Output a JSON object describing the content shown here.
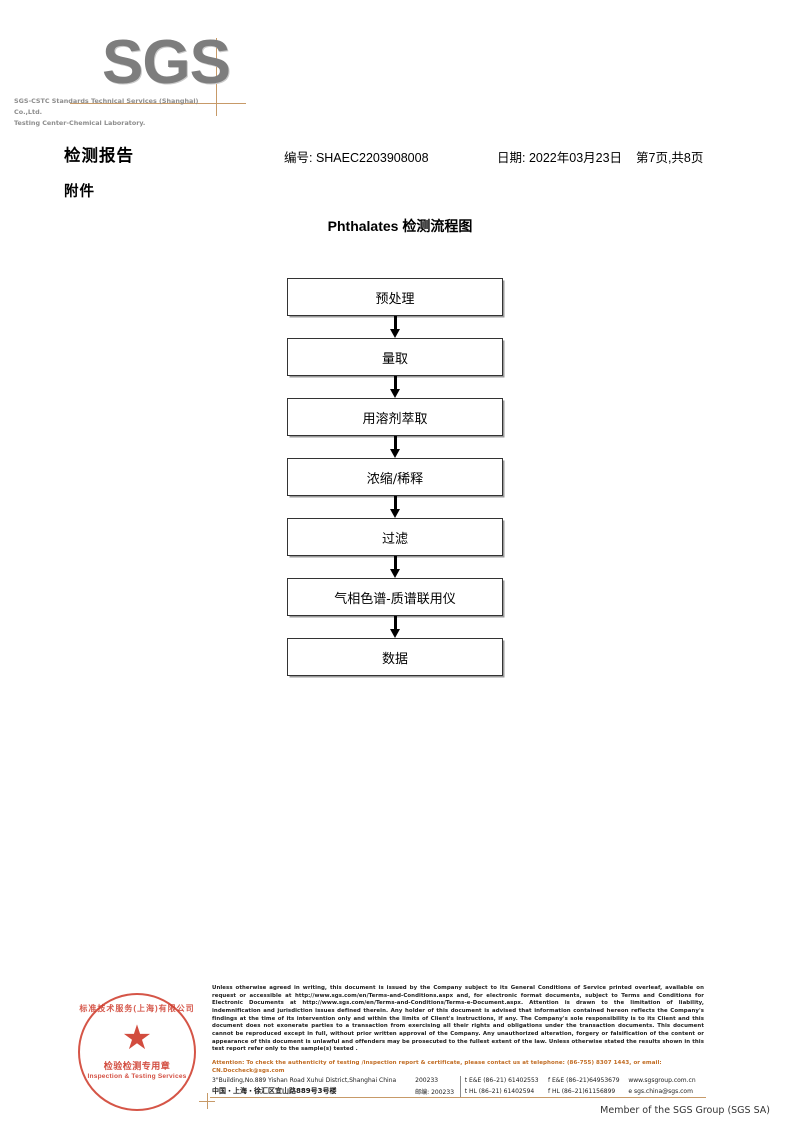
{
  "header": {
    "logo_text": "SGS",
    "doc_title": "检测报告",
    "doc_subtitle": "附件",
    "report_no": "编号: SHAEC2203908008",
    "date": "日期: 2022年03月23日",
    "page_info": "第7页,共8页"
  },
  "flowchart": {
    "title": "Phthalates 检测流程图",
    "steps": [
      {
        "label": "预处理"
      },
      {
        "label": "量取"
      },
      {
        "label": "用溶剂萃取"
      },
      {
        "label": "浓缩/稀释"
      },
      {
        "label": "过滤"
      },
      {
        "label": "气相色谱-质谱联用仪"
      },
      {
        "label": "数据"
      }
    ]
  },
  "footer": {
    "legal": "Unless otherwise agreed in writing, this document is issued by the Company subject to its General Conditions of Service printed overleaf, available on request or accessible at http://www.sgs.com/en/Terms-and-Conditions.aspx and, for electronic format documents, subject to Terms and Conditions for Electronic Documents at http://www.sgs.com/en/Terms-and-Conditions/Terms-e-Document.aspx. Attention is drawn to the limitation of liability, indemnification and jurisdiction issues defined therein. Any holder of this document is advised that information contained hereon reflects the Company's findings at the time of its intervention only and within the limits of Client's instructions, if any. The Company's sole responsibility is to its Client and this document does not exonerate parties to a transaction from exercising all their rights and obligations under the transaction documents. This document cannot be reproduced except in full, without prior written approval of the Company. Any unauthorized alteration, forgery or falsification of the content or appearance of this document is unlawful and offenders may be prosecuted to the fullest extent of the law. Unless otherwise stated the results shown in this test report refer only to the sample(s) tested .",
    "attention": "Attention: To check the authenticity of testing /inspection report & certificate, please contact us at telephone: (86-755) 8307 1443, or email: CN.Doccheck@sgs.com",
    "address_en": "3\"Building,No.889 Yishan Road Xuhui District,Shanghai China",
    "zip_en": "200233",
    "address_cn": "中国・上海・徐汇区宜山路889号3号楼",
    "zip_cn": "邮编: 200233",
    "tel_ee_1": "t E&E (86–21) 61402553",
    "tel_ee_2": "f E&E (86–21)64953679",
    "tel_hl_1": "t HL (86–21) 61402594",
    "tel_hl_2": "f HL (86–21)61156899",
    "website": "www.sgsgroup.com.cn",
    "email": "e sgs.china@sgs.com",
    "member": "Member of the SGS Group (SGS SA)"
  },
  "seal": {
    "arc_top": "标准技术服务(上海)有限公司",
    "star": "★",
    "cn_label": "检验检测专用章",
    "en_label": "Inspection & Testing Services",
    "company_line1": "SGS-CSTC Standards Technical Services (Shanghai) Co.,Ltd.",
    "company_line2": "Testing Center-Chemical Laboratory."
  },
  "colors": {
    "logo_gray": "#7d7d7d",
    "accent_tan": "#c79a68",
    "seal_red": "#cf3d2e",
    "attention_orange": "#c06a20"
  }
}
